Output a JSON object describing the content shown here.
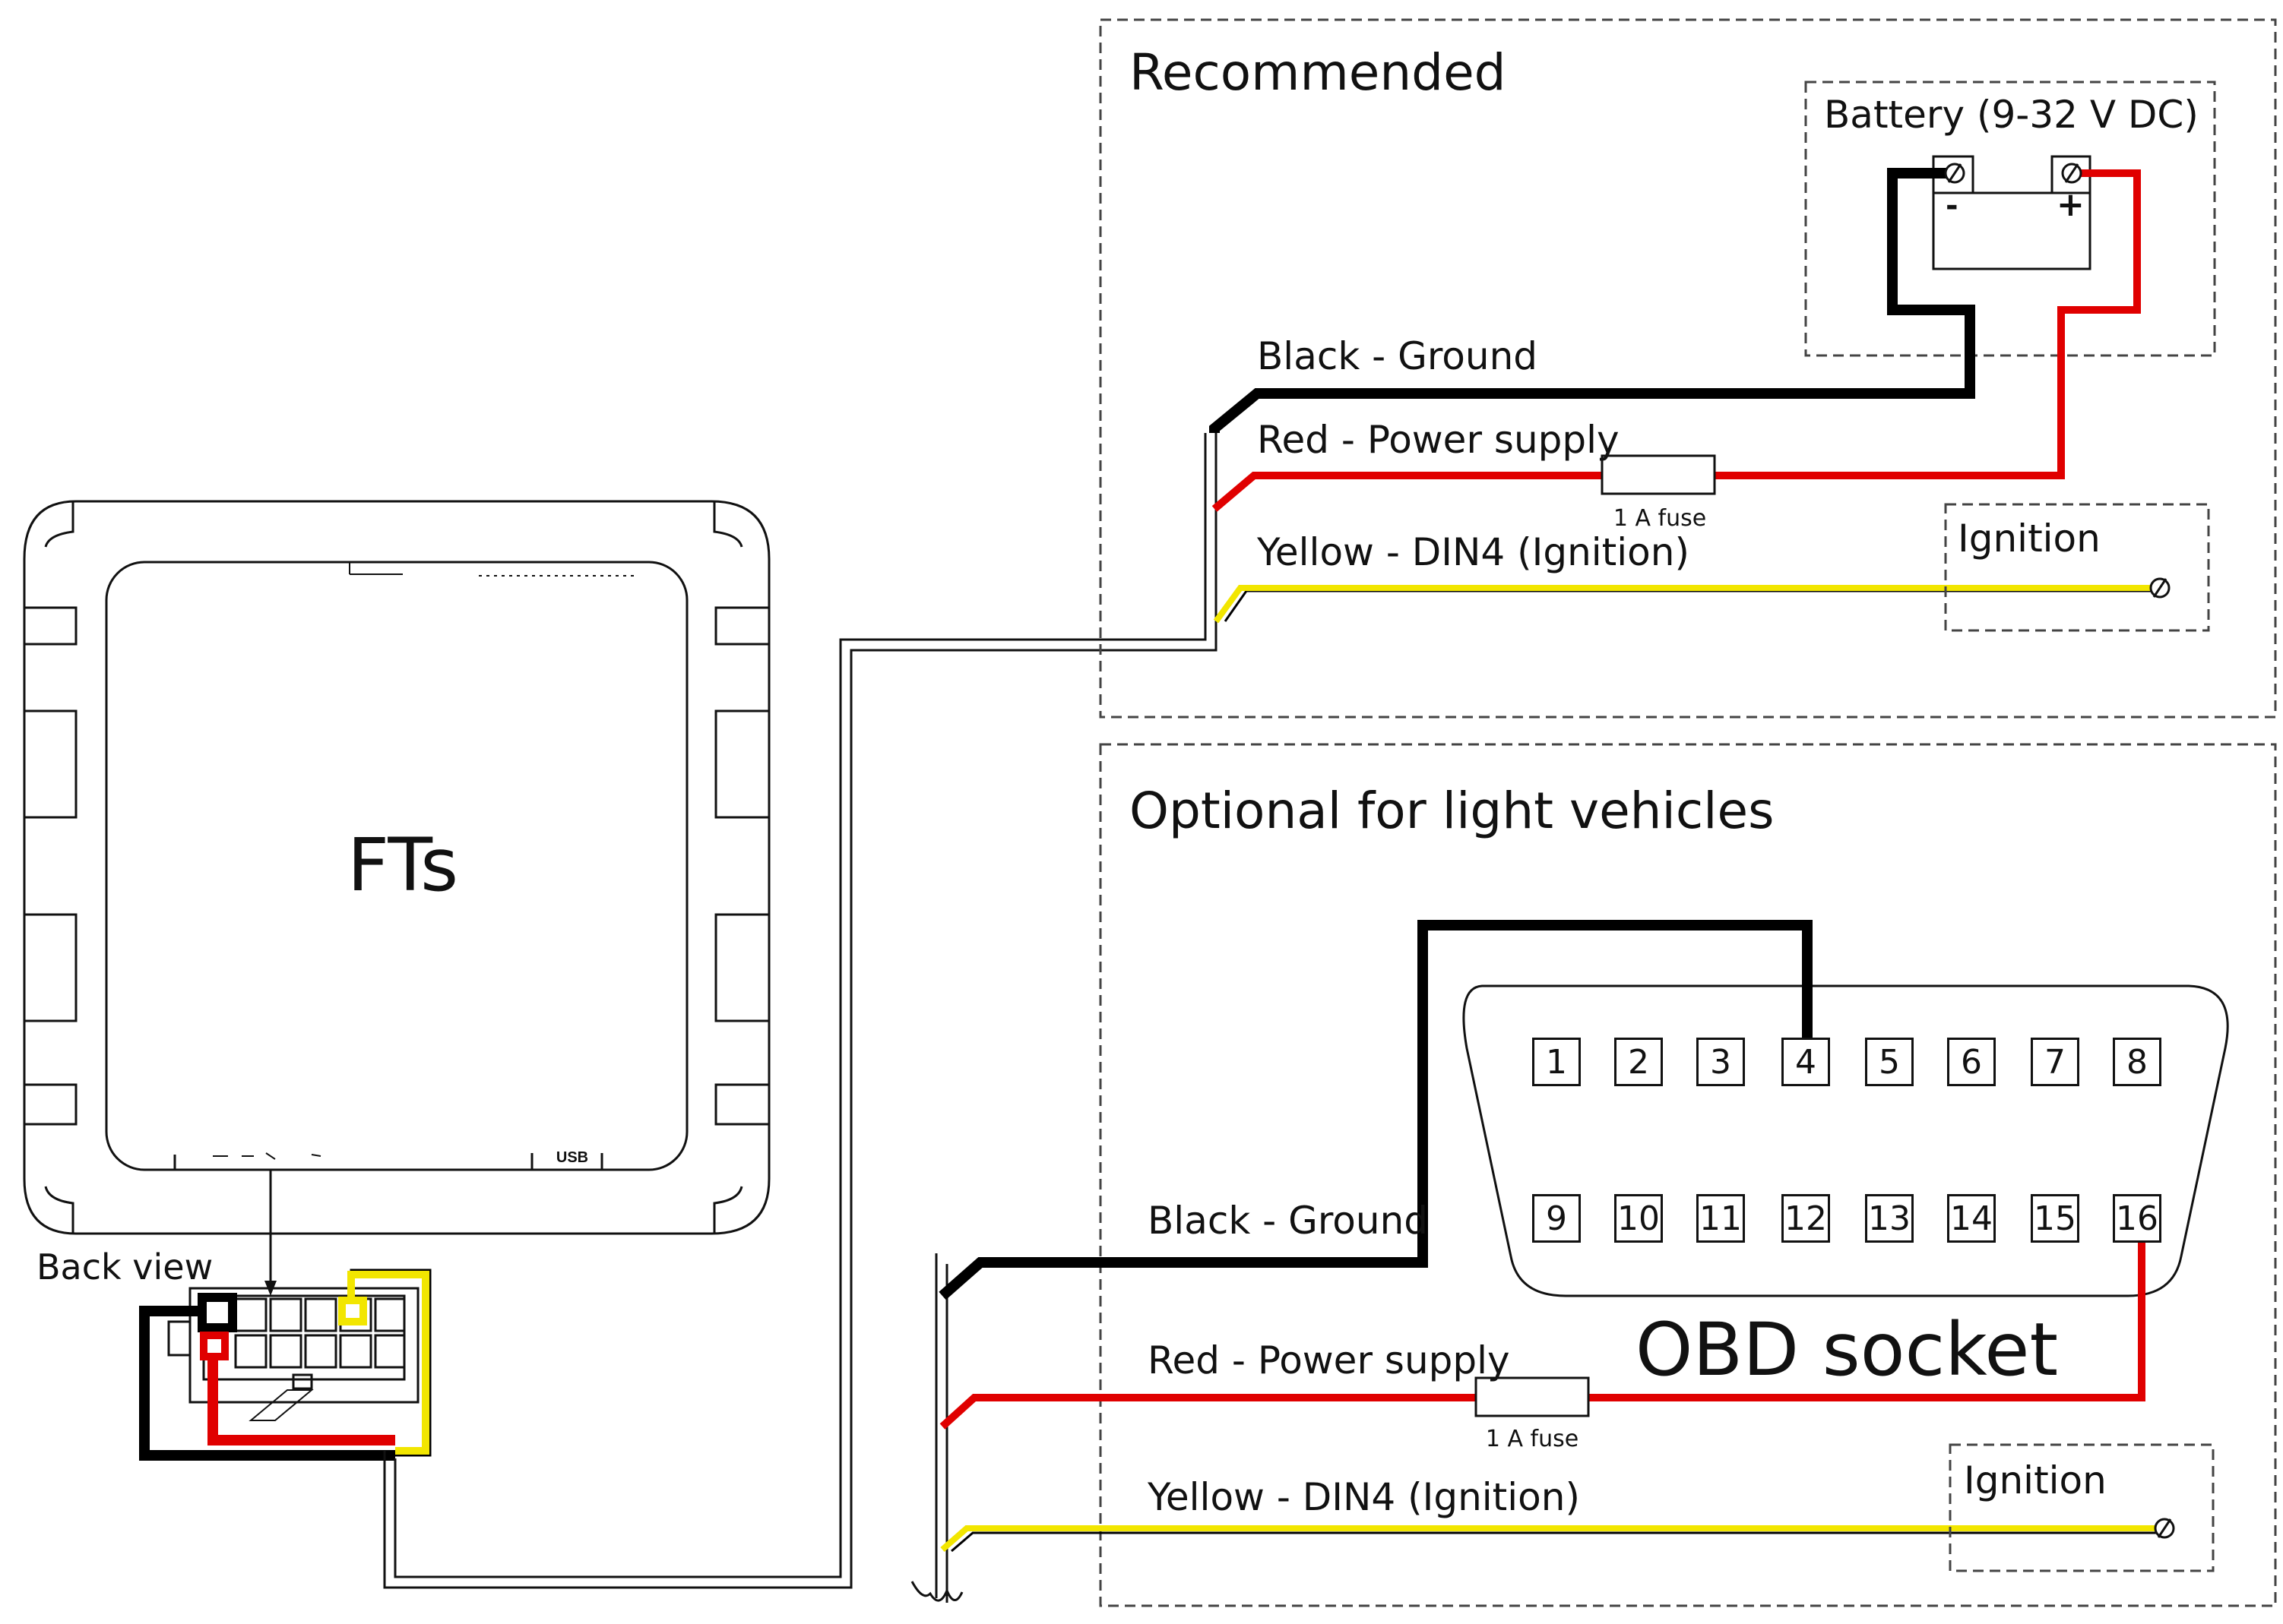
{
  "device": {
    "name": "FTs",
    "back_view_label": "Back view",
    "port_label": "USB"
  },
  "recommended": {
    "title": "Recommended",
    "battery_label": "Battery (9-32 V DC)",
    "battery_minus": "-",
    "battery_plus": "+",
    "wire_black": "Black - Ground",
    "wire_red": "Red - Power supply",
    "wire_yellow": "Yellow - DIN4 (Ignition)",
    "fuse": "1 A fuse",
    "ignition": "Ignition"
  },
  "optional": {
    "title": "Optional for light vehicles",
    "wire_black": "Black - Ground",
    "wire_red": "Red - Power supply",
    "wire_yellow": "Yellow - DIN4 (Ignition)",
    "fuse": "1 A fuse",
    "ignition": "Ignition",
    "obd_label": "OBD socket",
    "pins_top": [
      "1",
      "2",
      "3",
      "4",
      "5",
      "6",
      "7",
      "8"
    ],
    "pins_bottom": [
      "9",
      "10",
      "11",
      "12",
      "13",
      "14",
      "15",
      "16"
    ]
  },
  "colors": {
    "ground": "#000000",
    "power": "#e00000",
    "ignition": "#f2e600",
    "outline": "#111111",
    "dashed": "#444444"
  }
}
